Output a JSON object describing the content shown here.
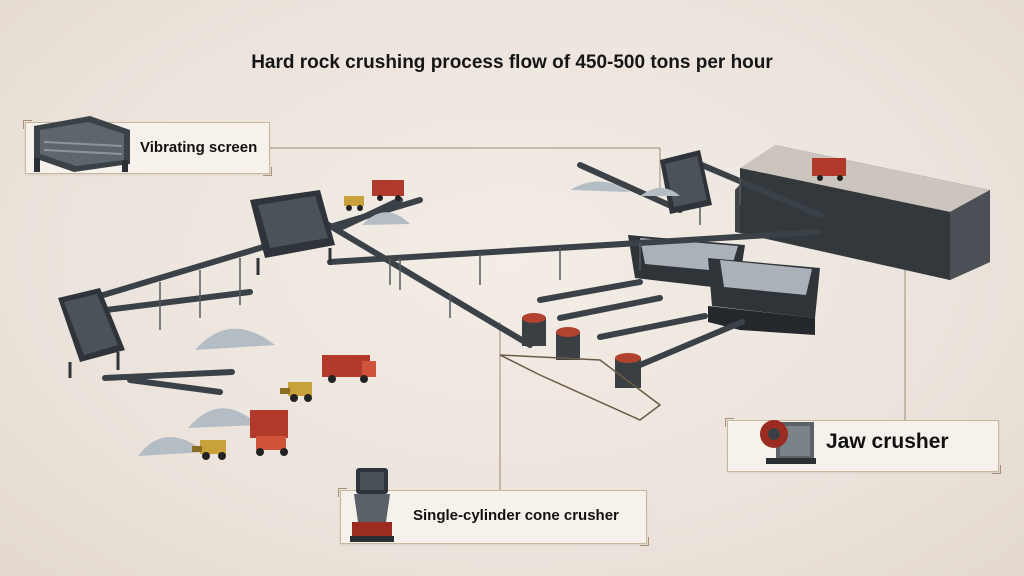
{
  "title": "Hard rock crushing process flow of 450-500 tons per hour",
  "labels": {
    "vibrating_screen": "Vibrating screen",
    "jaw_crusher": "Jaw crusher",
    "cone_crusher": "Single-cylinder cone crusher"
  },
  "colors": {
    "background": "#ece4dc",
    "machine_dark": "#2e3439",
    "conveyor": "#3a4147",
    "stone_pile": "#b4bcc4",
    "truck_red": "#b23a2a",
    "loader_yellow": "#c9a13a",
    "leader_line": "#9c8a76"
  }
}
